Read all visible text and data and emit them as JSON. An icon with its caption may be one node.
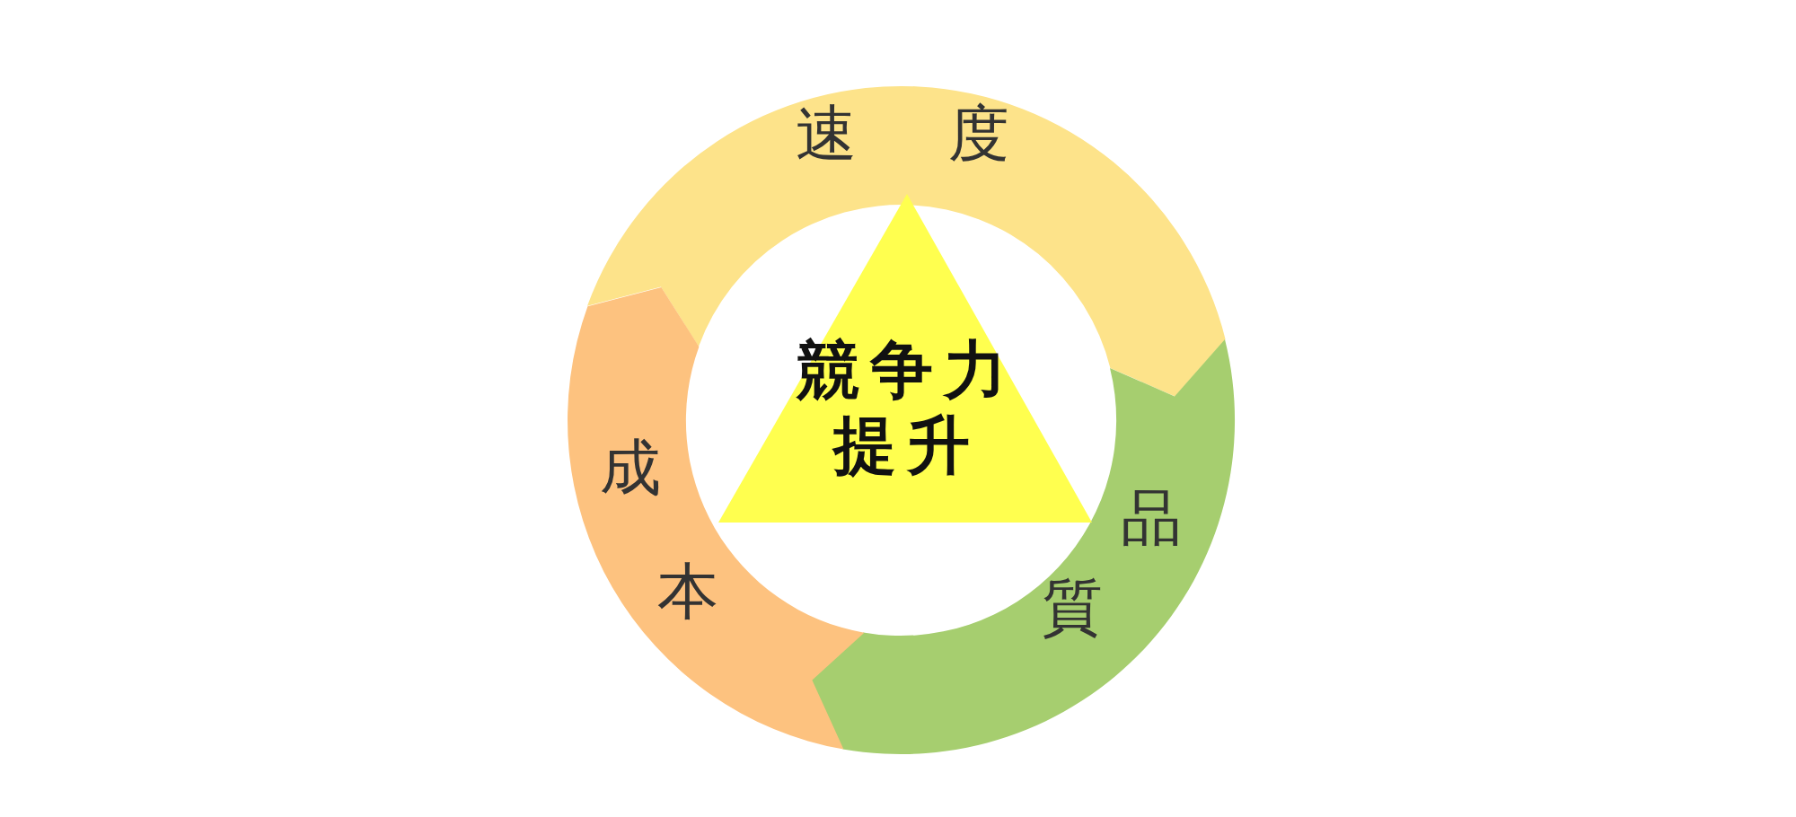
{
  "diagram": {
    "nodes": [
      {
        "text": [
          "速度"
        ]
      },
      {
        "text": [
          "品質"
        ]
      },
      {
        "text": [
          "成本"
        ]
      },
      {
        "text": [
          "競争力提升"
        ]
      }
    ]
  }
}
